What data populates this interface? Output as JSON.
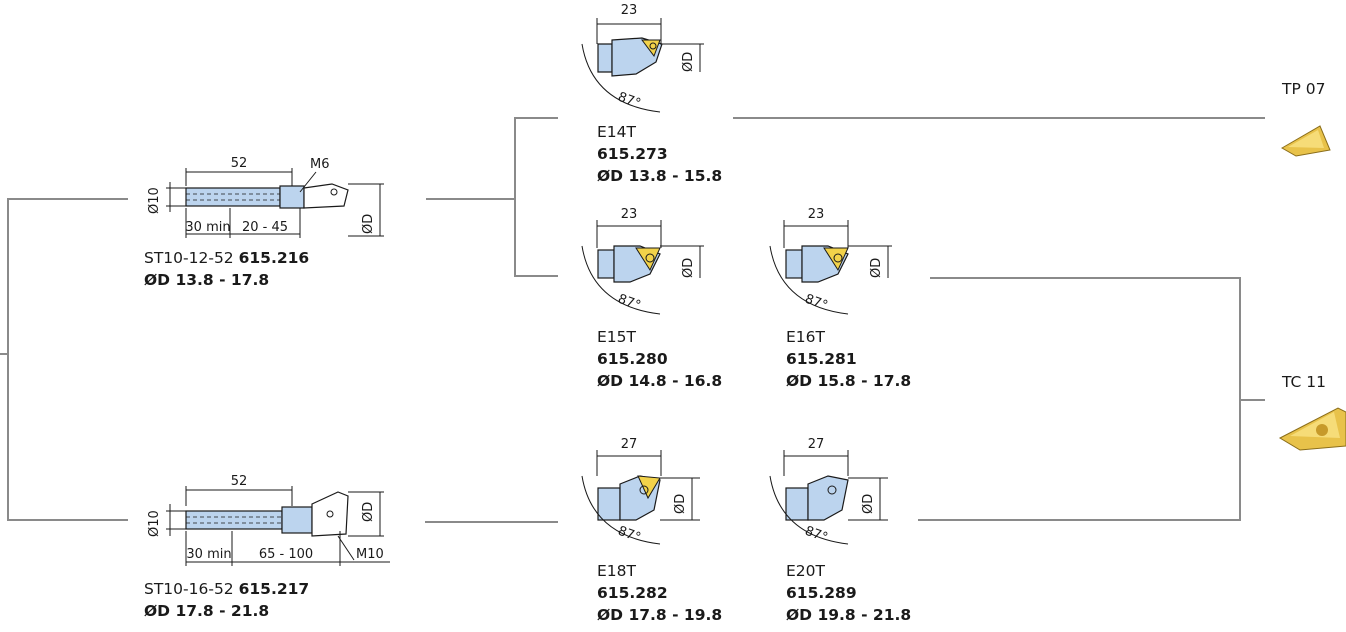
{
  "holders": [
    {
      "id": "st10-12-52",
      "model": "ST10-12-52",
      "code": "615.216",
      "range": "ØD 13.8 - 17.8",
      "dims": {
        "length": "52",
        "min": "30 min",
        "adjust": "20 - 45",
        "shank": "Ø10",
        "dia": "ØD",
        "thread": "M6"
      }
    },
    {
      "id": "st10-16-52",
      "model": "ST10-16-52",
      "code": "615.217",
      "range": "ØD 17.8 - 21.8",
      "dims": {
        "length": "52",
        "min": "30 min",
        "adjust": "65 - 100",
        "shank": "Ø10",
        "dia": "ØD",
        "thread": "M10"
      }
    }
  ],
  "heads": [
    {
      "id": "e14t",
      "model": "E14T",
      "code": "615.273",
      "range": "ØD 13.8 - 15.8",
      "width": "23",
      "angle": "87°",
      "dia": "ØD"
    },
    {
      "id": "e15t",
      "model": "E15T",
      "code": "615.280",
      "range": "ØD 14.8 - 16.8",
      "width": "23",
      "angle": "87°",
      "dia": "ØD"
    },
    {
      "id": "e16t",
      "model": "E16T",
      "code": "615.281",
      "range": "ØD 15.8 - 17.8",
      "width": "23",
      "angle": "87°",
      "dia": "ØD"
    },
    {
      "id": "e18t",
      "model": "E18T",
      "code": "615.282",
      "range": "ØD 17.8 - 19.8",
      "width": "27",
      "angle": "87°",
      "dia": "ØD"
    },
    {
      "id": "e20t",
      "model": "E20T",
      "code": "615.289",
      "range": "ØD 19.8 - 21.8",
      "width": "27",
      "angle": "87°",
      "dia": "ØD"
    }
  ],
  "inserts": [
    {
      "id": "tp07",
      "label": "TP 07"
    },
    {
      "id": "tc11",
      "label": "TC 11"
    }
  ],
  "colors": {
    "connector": "#8a8a8a",
    "body": "#bcd4ee",
    "insert": "#f2d24a"
  }
}
